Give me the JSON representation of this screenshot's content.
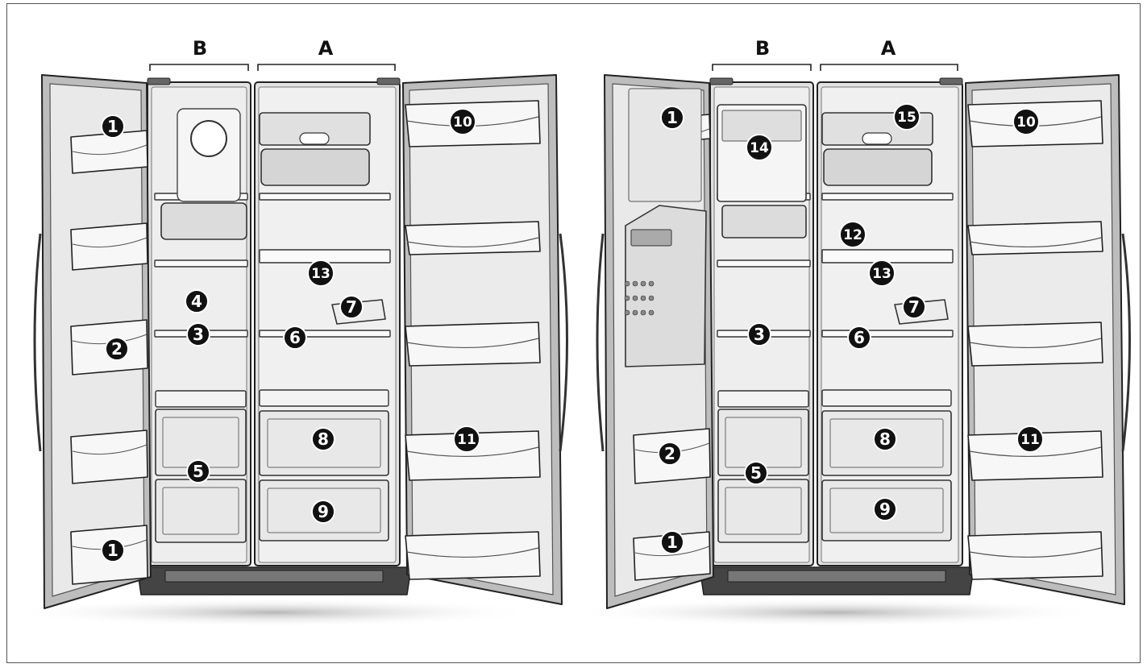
{
  "figure": {
    "left_unit": {
      "zone_labels": [
        "B",
        "A"
      ],
      "callouts": [
        "1",
        "1",
        "2",
        "3",
        "4",
        "5",
        "6",
        "7",
        "8",
        "9",
        "10",
        "11",
        "13"
      ]
    },
    "right_unit": {
      "zone_labels": [
        "B",
        "A"
      ],
      "callouts": [
        "1",
        "1",
        "2",
        "3",
        "5",
        "6",
        "7",
        "8",
        "9",
        "10",
        "11",
        "12",
        "13",
        "14",
        "15"
      ]
    }
  }
}
